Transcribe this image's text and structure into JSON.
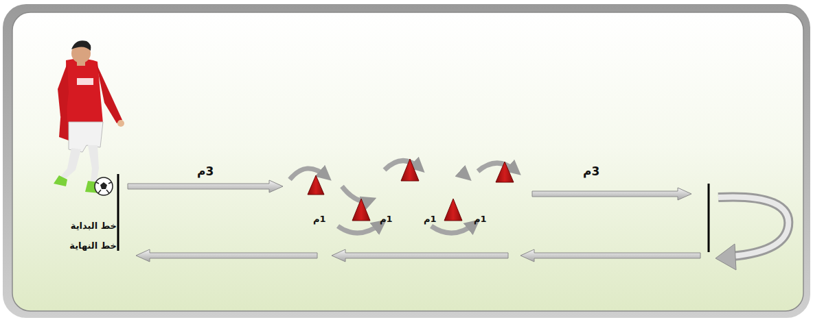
{
  "diagram": {
    "labels": [
      "3م",
      "3م",
      "1م",
      "1م",
      "1م",
      "1م",
      "خط البداية",
      "خط النهاية"
    ]
  }
}
